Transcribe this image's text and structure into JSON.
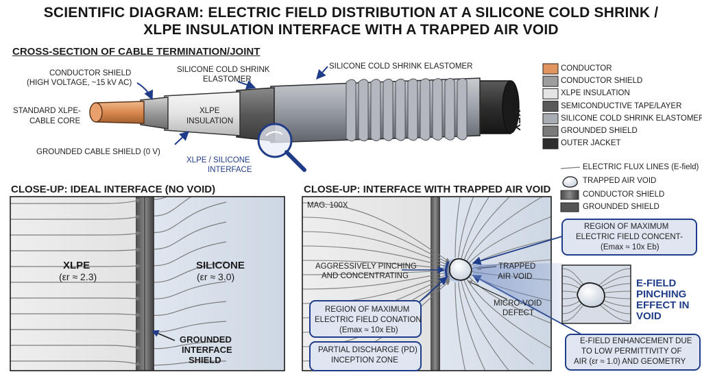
{
  "title": {
    "line1": "SCIENTIFIC DIAGRAM: ELECTRIC FIELD DISTRIBUTION AT A SILICONE COLD SHRINK /",
    "line2": "XLPE INSULATION INTERFACE WITH A TRAPPED AIR VOID"
  },
  "cross_section": {
    "heading": "CROSS-SECTION OF CABLE TERMINATION/JOINT",
    "conductor_shield_1": "CONDUCTOR SHIELD",
    "conductor_shield_2": "(HIGH VOLTAGE, ~15 kV AC)",
    "core_1": "STANDARD XLPE-",
    "core_2": "CABLE CORE",
    "grounded_cable_shield": "GROUNDED CABLE SHIELD (0 V)",
    "xlpe_1": "XLPE",
    "xlpe_2": "INSULATION",
    "silicone_1": "SILICONE COLD SHRINK",
    "silicone_2": "ELASTOMER",
    "silicone_top": "SILICONE COLD SHRINK ELASTOMER",
    "interface_1": "XLPE / SILICONE",
    "interface_2": "INTERFACE"
  },
  "key": {
    "title": "KEY",
    "items": [
      {
        "label": "CONDUCTOR",
        "color": "#e2945e"
      },
      {
        "label": "CONDUCTOR SHIELD",
        "color": "#9d9d9d"
      },
      {
        "label": "XLPE INSULATION",
        "color": "#e4e4e4"
      },
      {
        "label": "SEMICONDUCTIVE TAPE/LAYER",
        "color": "#5a5a5a"
      },
      {
        "label": "SILICONE COLD SHRINK ELASTOMER",
        "color": "#a8acb3"
      },
      {
        "label": "GROUNDED SHIELD",
        "color": "#7a7a7a"
      },
      {
        "label": "OUTER JACKET",
        "color": "#2e2e2e"
      }
    ]
  },
  "legend2": {
    "flux": "ELECTRIC FLUX LINES (E-field)",
    "void": "TRAPPED AIR VOID",
    "conductor_shield": "CONDUCTOR SHIELD",
    "grounded_shield": "GROUNDED SHIELD"
  },
  "ideal": {
    "heading": "CLOSE-UP: IDEAL INTERFACE (NO VOID)",
    "xlpe": "XLPE",
    "xlpe_eps": "(εr ≈ 2.3)",
    "silicone": "SILICONE",
    "silicone_eps": "(εr ≈ 3.0)",
    "grounded_1": "GROUNDED",
    "grounded_2": "INTERFACE",
    "grounded_3": "SHIELD"
  },
  "void": {
    "heading": "CLOSE-UP: INTERFACE WITH TRAPPED AIR VOID",
    "mag": "MAG. 100X",
    "pinch_1": "AGGRESSIVELY PINCHING",
    "pinch_2": "AND CONCENTRATING",
    "trapped_1": "TRAPPED",
    "trapped_2": "AIR VOID",
    "micro_1": "MICRO-VOID",
    "micro_2": "DEFECT",
    "box_left_1": "REGION OF MAXIMUM",
    "box_left_2": "ELECTRIC FIELD CONATION",
    "box_left_3": "(Emax ≈ 10x Eb)",
    "pd_1": "PARTIAL DISCHARGE (PD)",
    "pd_2": "INCEPTION ZONE",
    "box_right_1": "REGION OF MAXIMUM",
    "box_right_2": "ELECTRIC FIELD CONCENT-",
    "box_right_3": "(Emax ≈ 10x Eb)",
    "efield_1": "E-FIELD",
    "efield_2": "PINCHING",
    "efield_3": "EFFECT IN",
    "efield_4": "VOID",
    "enh_1": "E-FIELD ENHANCEMENT DUE",
    "enh_2": "TO LOW PERMITTIVITY OF",
    "enh_3": "AIR (εr ≈ 1.0) AND GEOMETRY"
  }
}
